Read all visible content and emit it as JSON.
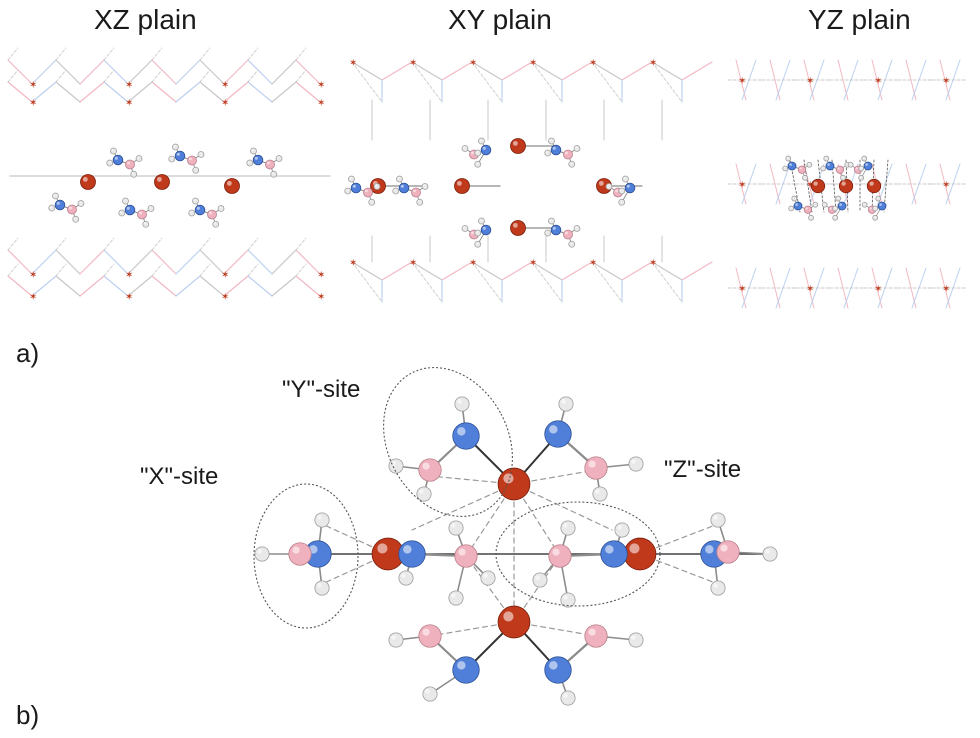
{
  "panels": {
    "xz": {
      "title": "XZ plain"
    },
    "xy": {
      "title": "XY plain"
    },
    "yz": {
      "title": "YZ plain"
    }
  },
  "panel_labels": {
    "a": "a)",
    "b": "b)"
  },
  "sites": {
    "x": "\"X\"-site",
    "y": "\"Y\"-site",
    "z": "\"Z\"-site"
  },
  "colors": {
    "metal": "#c0391b",
    "nitrogen": "#4f7fd9",
    "boron": "#efb1bd",
    "hydrogen": "#e9e9e9",
    "bond": "#8c8c8c",
    "lattice_bond": "#c8c8c8",
    "contact": "#9a9a9a",
    "site_outline": "#555555"
  }
}
